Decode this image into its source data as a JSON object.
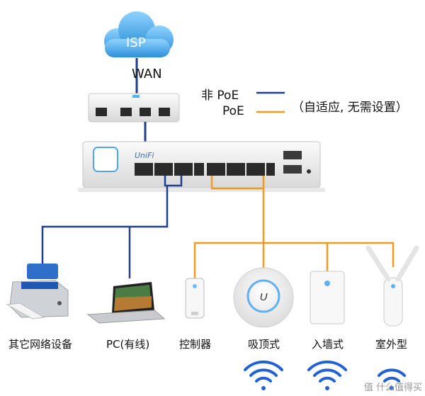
{
  "isp_label": "ISP",
  "wan_label": "WAN",
  "legend": {
    "non_poe_label": "非 PoE",
    "poe_label": "PoE",
    "note": "（自适应, 无需设置）",
    "non_poe_color": "#1f3f8a",
    "poe_color": "#f39a1f"
  },
  "switch_brand": "UniFi",
  "devices": [
    {
      "label": "其它网络设备",
      "icon": "printer-icon"
    },
    {
      "label": "PC(有线)",
      "icon": "laptop-icon"
    },
    {
      "label": "控制器",
      "icon": "controller-icon"
    },
    {
      "label": "吸顶式",
      "icon": "ceiling-ap-icon"
    },
    {
      "label": "入墙式",
      "icon": "in-wall-ap-icon"
    },
    {
      "label": "室外型",
      "icon": "outdoor-ap-icon"
    }
  ],
  "watermark": "值 什么值得买"
}
